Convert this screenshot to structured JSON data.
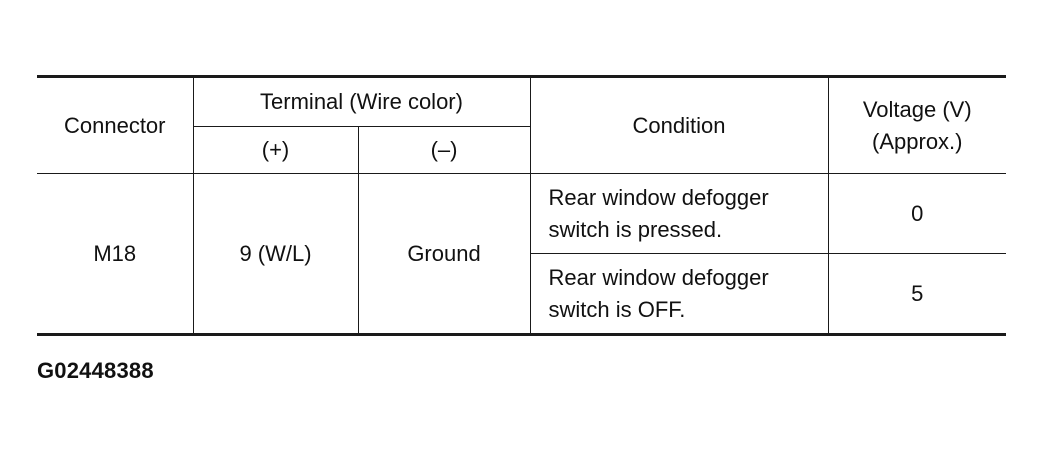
{
  "table": {
    "headers": {
      "connector": "Connector",
      "terminal_group": "Terminal (Wire color)",
      "terminal_plus": "(+)",
      "terminal_minus": "(–)",
      "condition": "Condition",
      "voltage_line1": "Voltage (V)",
      "voltage_line2": "(Approx.)"
    },
    "data": {
      "connector": "M18",
      "terminal_plus": "9 (W/L)",
      "terminal_minus": "Ground",
      "rows": [
        {
          "condition_line1": "Rear window defogger",
          "condition_line2": "switch is pressed.",
          "voltage": "0"
        },
        {
          "condition_line1": "Rear window defogger",
          "condition_line2": "switch is OFF.",
          "voltage": "5"
        }
      ]
    }
  },
  "caption": "G02448388"
}
